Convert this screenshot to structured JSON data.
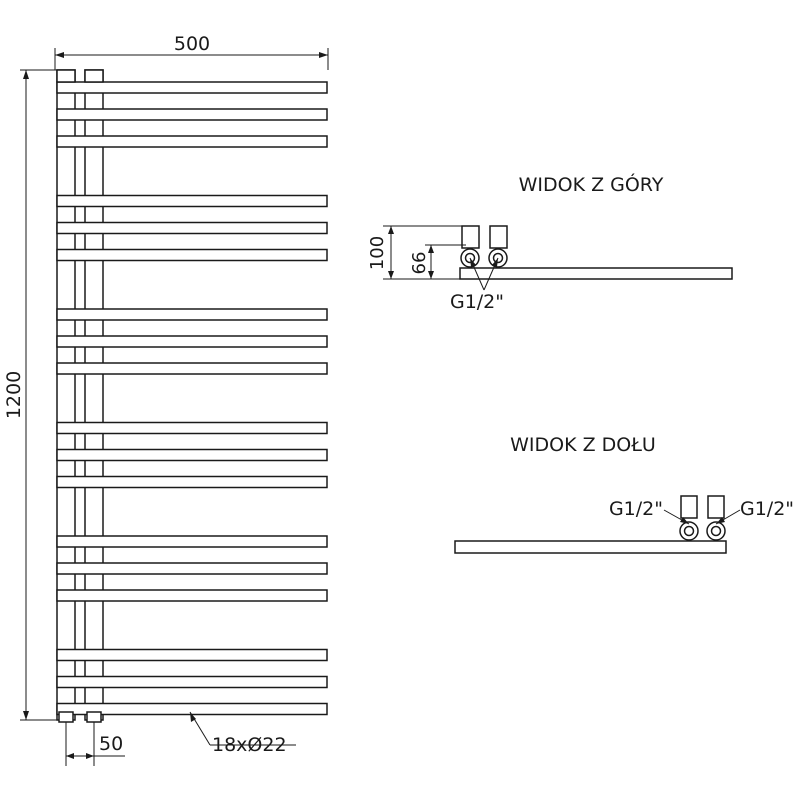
{
  "front_view": {
    "width_label": "500",
    "height_label": "1200",
    "spacing_label": "50",
    "tube_label": "18xØ22",
    "bar_groups": 6,
    "bars_per_group": 3
  },
  "top_view": {
    "title": "WIDOK Z GÓRY",
    "dim_total_label": "100",
    "dim_axis_label": "66",
    "connection_label": "G1/2\""
  },
  "bottom_view": {
    "title": "WIDOK Z DOŁU",
    "connection_left_label": "G1/2\"",
    "connection_right_label": "G1/2\""
  }
}
